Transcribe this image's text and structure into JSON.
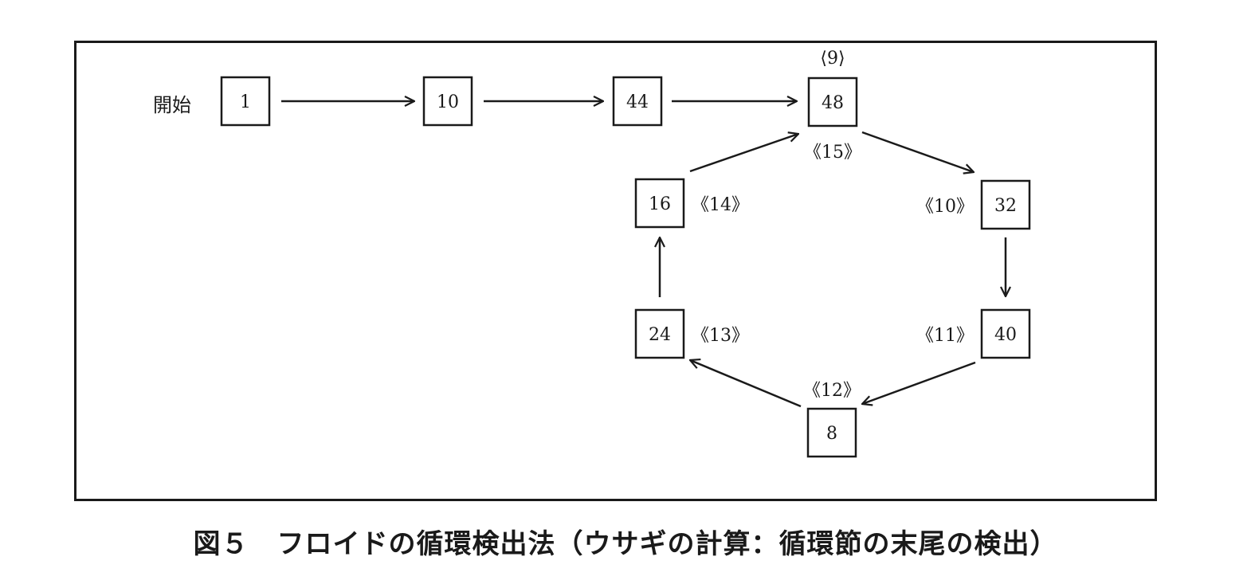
{
  "figure": {
    "start_label": "開始",
    "caption": "図５　フロイドの循環検出法（ウサギの計算：循環節の末尾の検出）"
  },
  "nodes": [
    {
      "id": "n1",
      "value": "1",
      "step": ""
    },
    {
      "id": "n10",
      "value": "10",
      "step": ""
    },
    {
      "id": "n44",
      "value": "44",
      "step": ""
    },
    {
      "id": "n48",
      "value": "48",
      "step": "⟨9⟩",
      "step2": "《15》"
    },
    {
      "id": "n32",
      "value": "32",
      "step": "《10》"
    },
    {
      "id": "n40",
      "value": "40",
      "step": "《11》"
    },
    {
      "id": "n8",
      "value": "8",
      "step": "《12》"
    },
    {
      "id": "n24",
      "value": "24",
      "step": "《13》"
    },
    {
      "id": "n16",
      "value": "16",
      "step": "《14》"
    }
  ],
  "edges": [
    {
      "from": "n1",
      "to": "n10"
    },
    {
      "from": "n10",
      "to": "n44"
    },
    {
      "from": "n44",
      "to": "n48"
    },
    {
      "from": "n48",
      "to": "n32"
    },
    {
      "from": "n32",
      "to": "n40"
    },
    {
      "from": "n40",
      "to": "n8"
    },
    {
      "from": "n8",
      "to": "n24"
    },
    {
      "from": "n24",
      "to": "n16"
    },
    {
      "from": "n16",
      "to": "n48"
    }
  ],
  "colors": {
    "stroke": "#1a1a1a",
    "background": "#ffffff"
  }
}
